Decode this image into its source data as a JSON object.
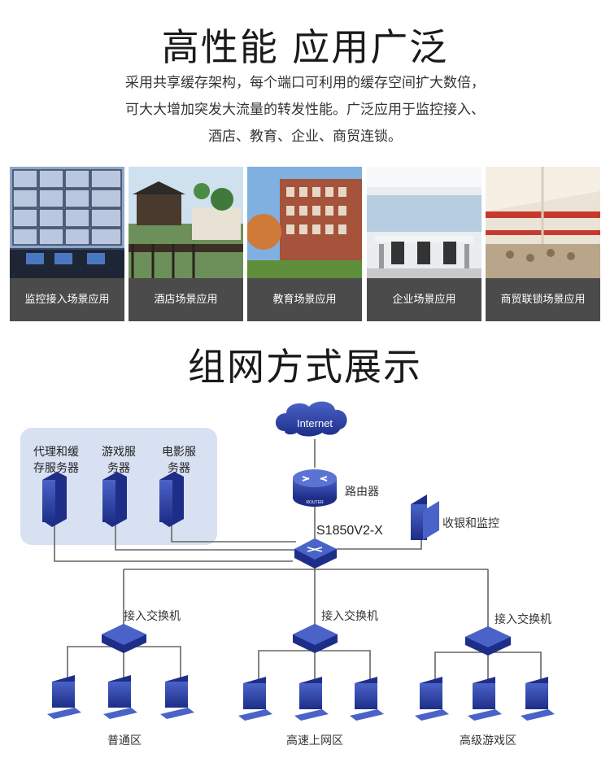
{
  "section1": {
    "title": "高性能 应用广泛",
    "desc_lines": [
      "采用共享缓存架构，每个端口可利用的缓存空间扩大数倍，",
      "可大大增加突发大流量的转发性能。广泛应用于监控接入、",
      "酒店、教育、企业、商贸连锁。"
    ]
  },
  "scenes": [
    {
      "label": "监控接入场景应用",
      "icon": "surveillance-photo"
    },
    {
      "label": "酒店场景应用",
      "icon": "hotel-photo"
    },
    {
      "label": "教育场景应用",
      "icon": "campus-photo"
    },
    {
      "label": "企业场景应用",
      "icon": "office-photo"
    },
    {
      "label": "商贸联锁场景应用",
      "icon": "mall-photo"
    }
  ],
  "section2": {
    "title": "组网方式展示"
  },
  "diagram": {
    "internet": "Internet",
    "router_label": "路由器",
    "router_badge": "ROUTER",
    "core_switch": "S1850V2-X",
    "monitor_label": "收银和监控",
    "servers": [
      {
        "line1": "代理和缓",
        "line2": "存服务器"
      },
      {
        "line1": "游戏服",
        "line2": "务器"
      },
      {
        "line1": "电影服",
        "line2": "务器"
      }
    ],
    "access_switch_label": "接入交换机",
    "zones": [
      "普通区",
      "高速上网区",
      "高级游戏区"
    ]
  },
  "colors": {
    "caption_bg": "#4b4b4b",
    "device_blue": "#2a3f9a",
    "server_panel": "#d8e1f2"
  }
}
